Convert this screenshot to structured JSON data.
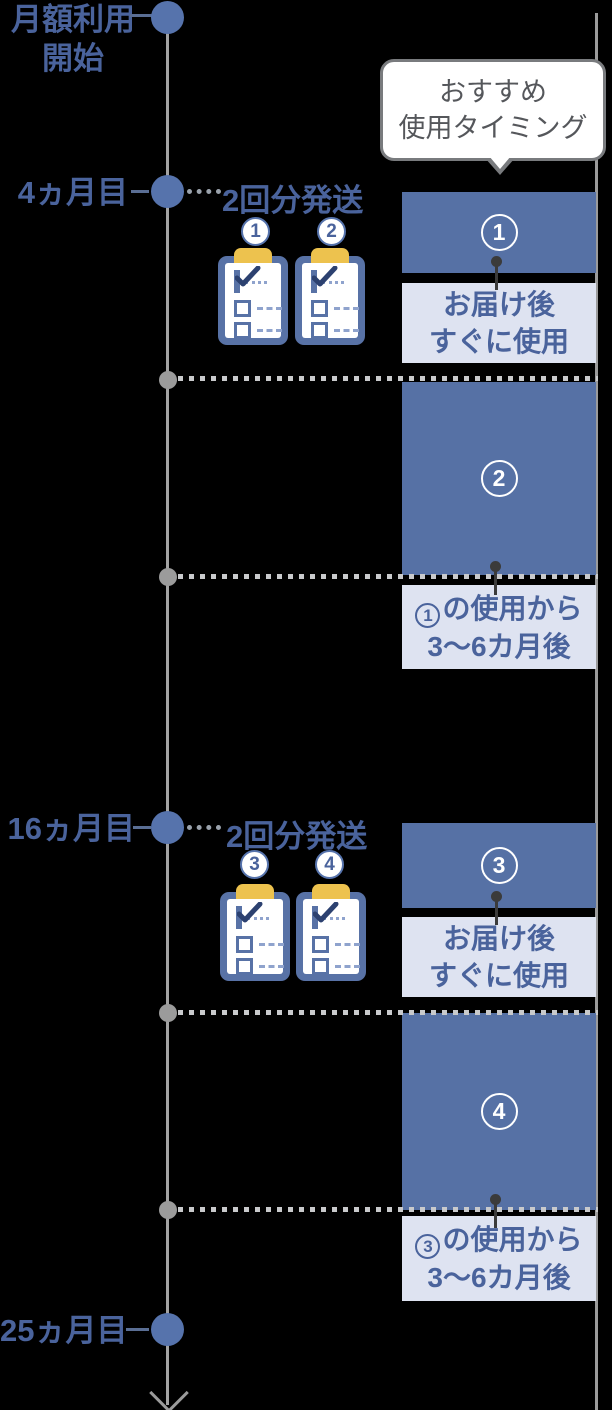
{
  "colors": {
    "accent_blue": "#5671A5",
    "light_note_blue": "#DEE3F1",
    "text_blue": "#4A639C",
    "timeline_gray": "#A3A3A3",
    "dotted_line_gray": "#C9CACC",
    "connector_dark": "#3B3B3B",
    "clip_yellow": "#EDC24E",
    "bubble_border_gray": "#797B7E"
  },
  "recommendation_bubble": {
    "line1": "おすすめ",
    "line2": "使用タイミング"
  },
  "milestones": [
    {
      "id": "start",
      "label_line1": "月額利用",
      "label_line2": "開始"
    },
    {
      "id": "month-4",
      "label": "4ヵ月目"
    },
    {
      "id": "month-16",
      "label": "16ヵ月目"
    },
    {
      "id": "month-25",
      "label": "25ヵ月目"
    }
  ],
  "shipments": [
    {
      "label": "2回分発送",
      "package_numbers": [
        "1",
        "2"
      ]
    },
    {
      "label": "2回分発送",
      "package_numbers": [
        "3",
        "4"
      ]
    }
  ],
  "usage_steps": [
    {
      "number": "1",
      "note": {
        "line1": "お届け後",
        "line2": "すぐに使用"
      }
    },
    {
      "number": "2",
      "note": {
        "ref_number": "1",
        "line1_suffix": "の使用から",
        "line2": "3〜6カ月後"
      }
    },
    {
      "number": "3",
      "note": {
        "line1": "お届け後",
        "line2": "すぐに使用"
      }
    },
    {
      "number": "4",
      "note": {
        "ref_number": "3",
        "line1_suffix": "の使用から",
        "line2": "3〜6カ月後"
      }
    }
  ]
}
